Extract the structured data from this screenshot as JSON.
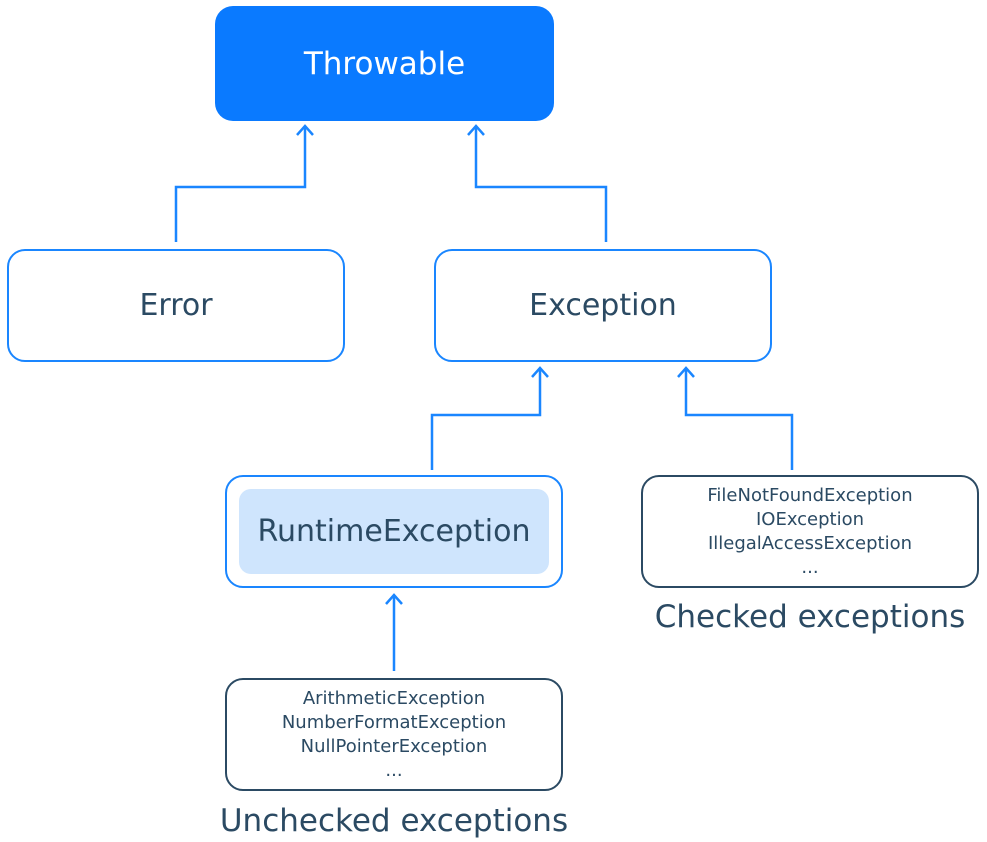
{
  "nodes": {
    "throwable": "Throwable",
    "error": "Error",
    "exception": "Exception",
    "runtime_exception": "RuntimeException"
  },
  "checked": {
    "items": [
      "FileNotFoundException",
      "IOException",
      "IllegalAccessException",
      "..."
    ],
    "caption": "Checked exceptions"
  },
  "unchecked": {
    "items": [
      "ArithmeticException",
      "NumberFormatException",
      "NullPointerException",
      "..."
    ],
    "caption": "Unchecked exceptions"
  },
  "colors": {
    "primary_blue": "#0a7aff",
    "border_blue": "#1a86ff",
    "highlight_fill": "#cfe5fd",
    "text_dark": "#2b4a63"
  }
}
